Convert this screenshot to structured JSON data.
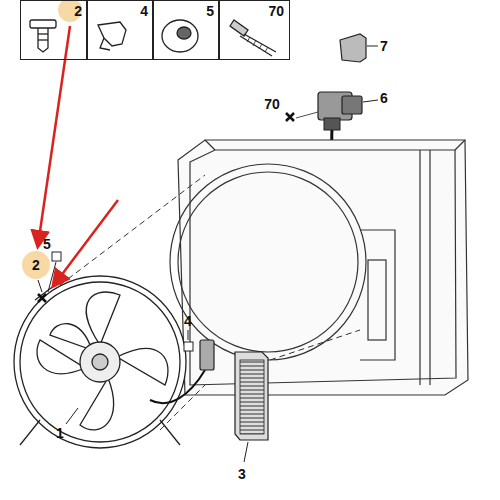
{
  "diagram": {
    "nodes": [
      {
        "text": [
          "2"
        ]
      },
      {
        "text": [
          "4"
        ]
      },
      {
        "text": [
          "5"
        ]
      },
      {
        "text": [
          "70"
        ]
      }
    ],
    "labels": [
      "7",
      "70",
      "6",
      "5",
      "2",
      "4",
      "1",
      "3"
    ]
  }
}
